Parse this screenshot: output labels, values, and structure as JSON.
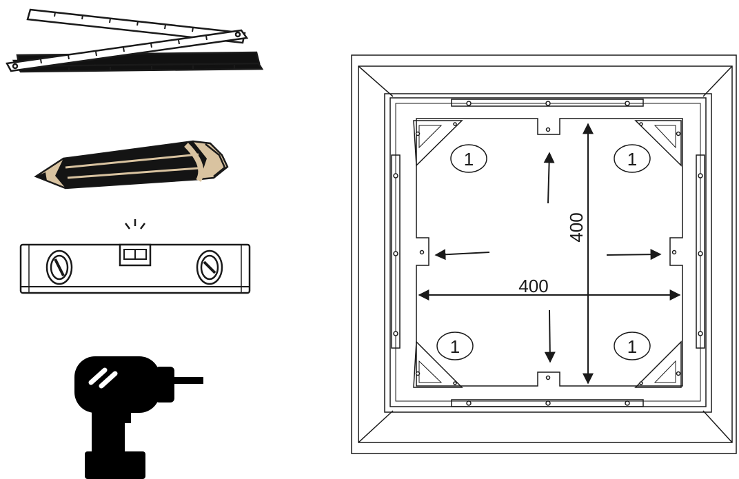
{
  "tools": [
    {
      "name": "folding-ruler",
      "icon": "folding-ruler-icon"
    },
    {
      "name": "pencil",
      "icon": "pencil-icon"
    },
    {
      "name": "spirit-level",
      "icon": "spirit-level-icon"
    },
    {
      "name": "drill",
      "icon": "drill-icon"
    }
  ],
  "diagram": {
    "width_label": "400",
    "height_label": "400",
    "corner_markers": [
      {
        "label": "1"
      },
      {
        "label": "1"
      },
      {
        "label": "1"
      },
      {
        "label": "1"
      }
    ]
  },
  "colors": {
    "line": "#1a1a1a",
    "pencil_wood": "#d9c3a0",
    "fill_dark": "#000000"
  }
}
